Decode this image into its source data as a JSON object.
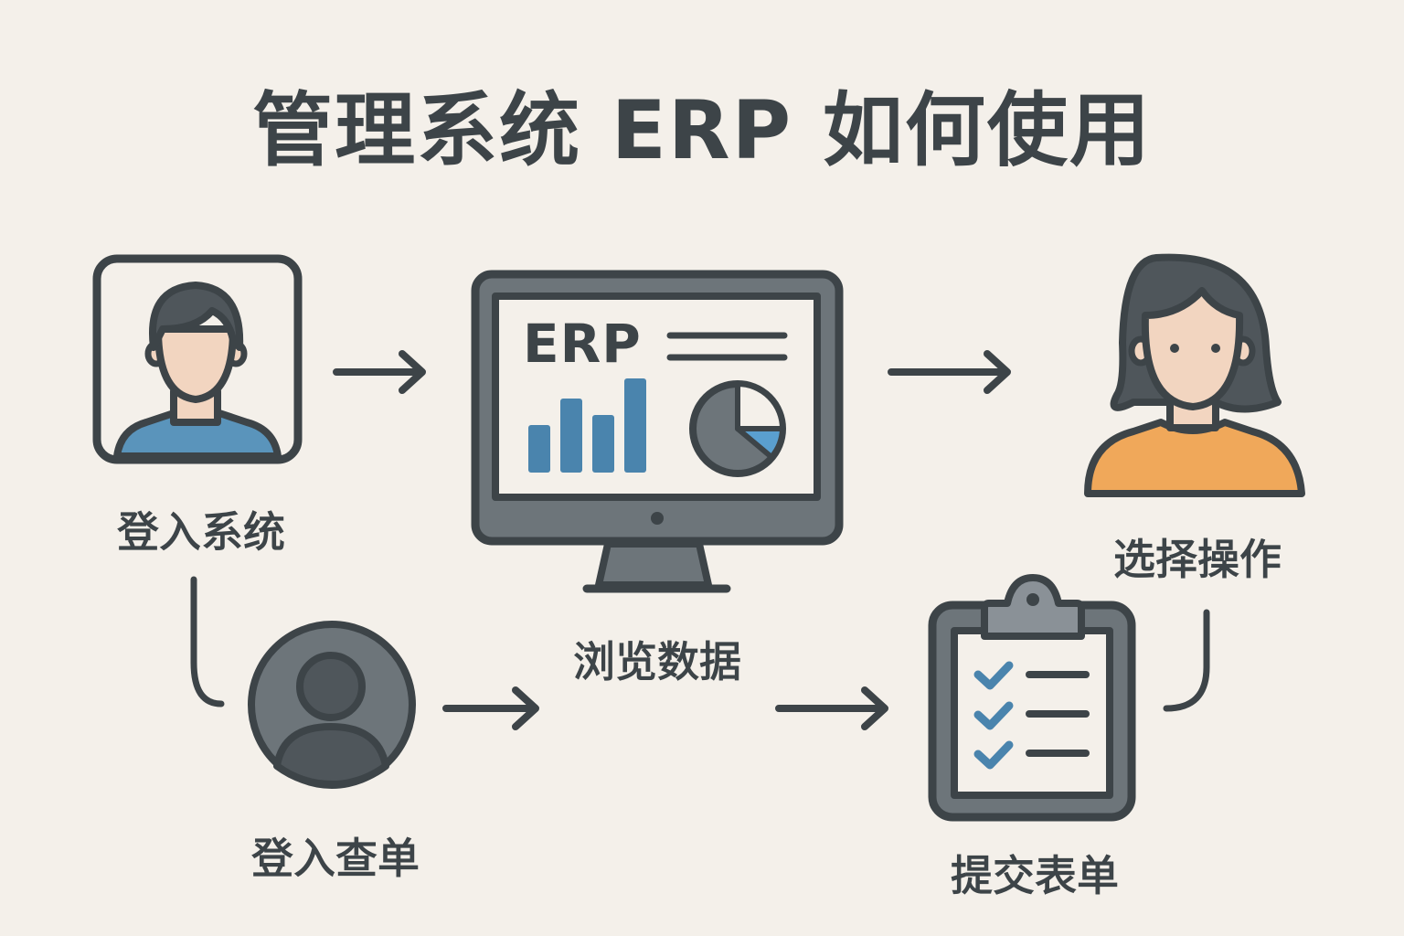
{
  "title": "管理系统 ERP 如何使用",
  "steps": {
    "login_system": "登入系统",
    "browse_data": "浏览数据",
    "select_operation": "选择操作",
    "login_query": "登入查单",
    "submit_form": "提交表单"
  },
  "monitor": {
    "screen_title": "ERP"
  },
  "colors": {
    "background": "#f4f0ea",
    "outline": "#3d4448",
    "blue": "#4a84ad",
    "orange": "#f0a85a",
    "skin": "#f2d5c0",
    "grey": "#6d757a"
  }
}
